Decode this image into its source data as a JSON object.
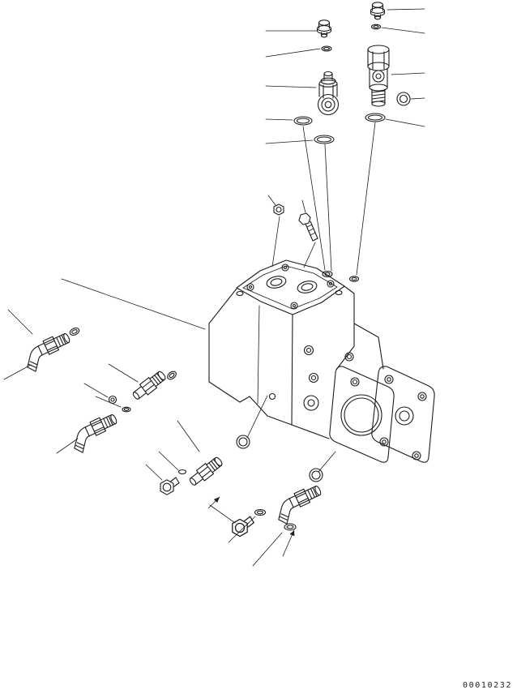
{
  "page": {
    "background_color": "#ffffff",
    "line_color": "#1c1c1c",
    "kind": "exploded-parts-line-drawing"
  },
  "footer": {
    "drawing_number": "00010232"
  },
  "parts": [
    {
      "name": "pump-assembly-body",
      "icon": "hydraulic-pump-isometric"
    },
    {
      "name": "cap-plug-top-left",
      "icon": "cap-plug"
    },
    {
      "name": "o-ring-under-cap-left",
      "icon": "o-ring"
    },
    {
      "name": "relief-valve-left",
      "icon": "valve-cartridge"
    },
    {
      "name": "o-ring-left-a",
      "icon": "o-ring"
    },
    {
      "name": "o-ring-left-b",
      "icon": "o-ring"
    },
    {
      "name": "cap-plug-top-right",
      "icon": "cap-plug"
    },
    {
      "name": "o-ring-under-cap-right",
      "icon": "o-ring"
    },
    {
      "name": "relief-valve-right",
      "icon": "valve-cartridge"
    },
    {
      "name": "o-ring-right-a",
      "icon": "o-ring"
    },
    {
      "name": "o-ring-right-b",
      "icon": "o-ring"
    },
    {
      "name": "washer-nut",
      "icon": "hex-washer"
    },
    {
      "name": "hex-bolt",
      "icon": "hex-bolt"
    },
    {
      "name": "elbow-fitting-upper-left",
      "icon": "elbow-fitting"
    },
    {
      "name": "o-ring-elbow-upper-left",
      "icon": "o-ring"
    },
    {
      "name": "straight-adapter-left",
      "icon": "straight-fitting"
    },
    {
      "name": "o-ring-adapter-left",
      "icon": "o-ring"
    },
    {
      "name": "ball-plug-small",
      "icon": "ball"
    },
    {
      "name": "o-ring-ball-small",
      "icon": "o-ring"
    },
    {
      "name": "elbow-fitting-lower-left",
      "icon": "elbow-fitting"
    },
    {
      "name": "hex-plug-left",
      "icon": "hex-plug"
    },
    {
      "name": "backup-ring-small",
      "icon": "o-ring"
    },
    {
      "name": "straight-adapter-center",
      "icon": "straight-fitting"
    },
    {
      "name": "o-ring-adapter-center",
      "icon": "o-ring"
    },
    {
      "name": "hex-plug-bottom",
      "icon": "hex-plug"
    },
    {
      "name": "o-ring-bottom-a",
      "icon": "o-ring"
    },
    {
      "name": "elbow-fitting-bottom",
      "icon": "elbow-fitting"
    },
    {
      "name": "o-ring-bottom-b",
      "icon": "o-ring"
    },
    {
      "name": "o-ring-bottom-c",
      "icon": "o-ring"
    }
  ]
}
